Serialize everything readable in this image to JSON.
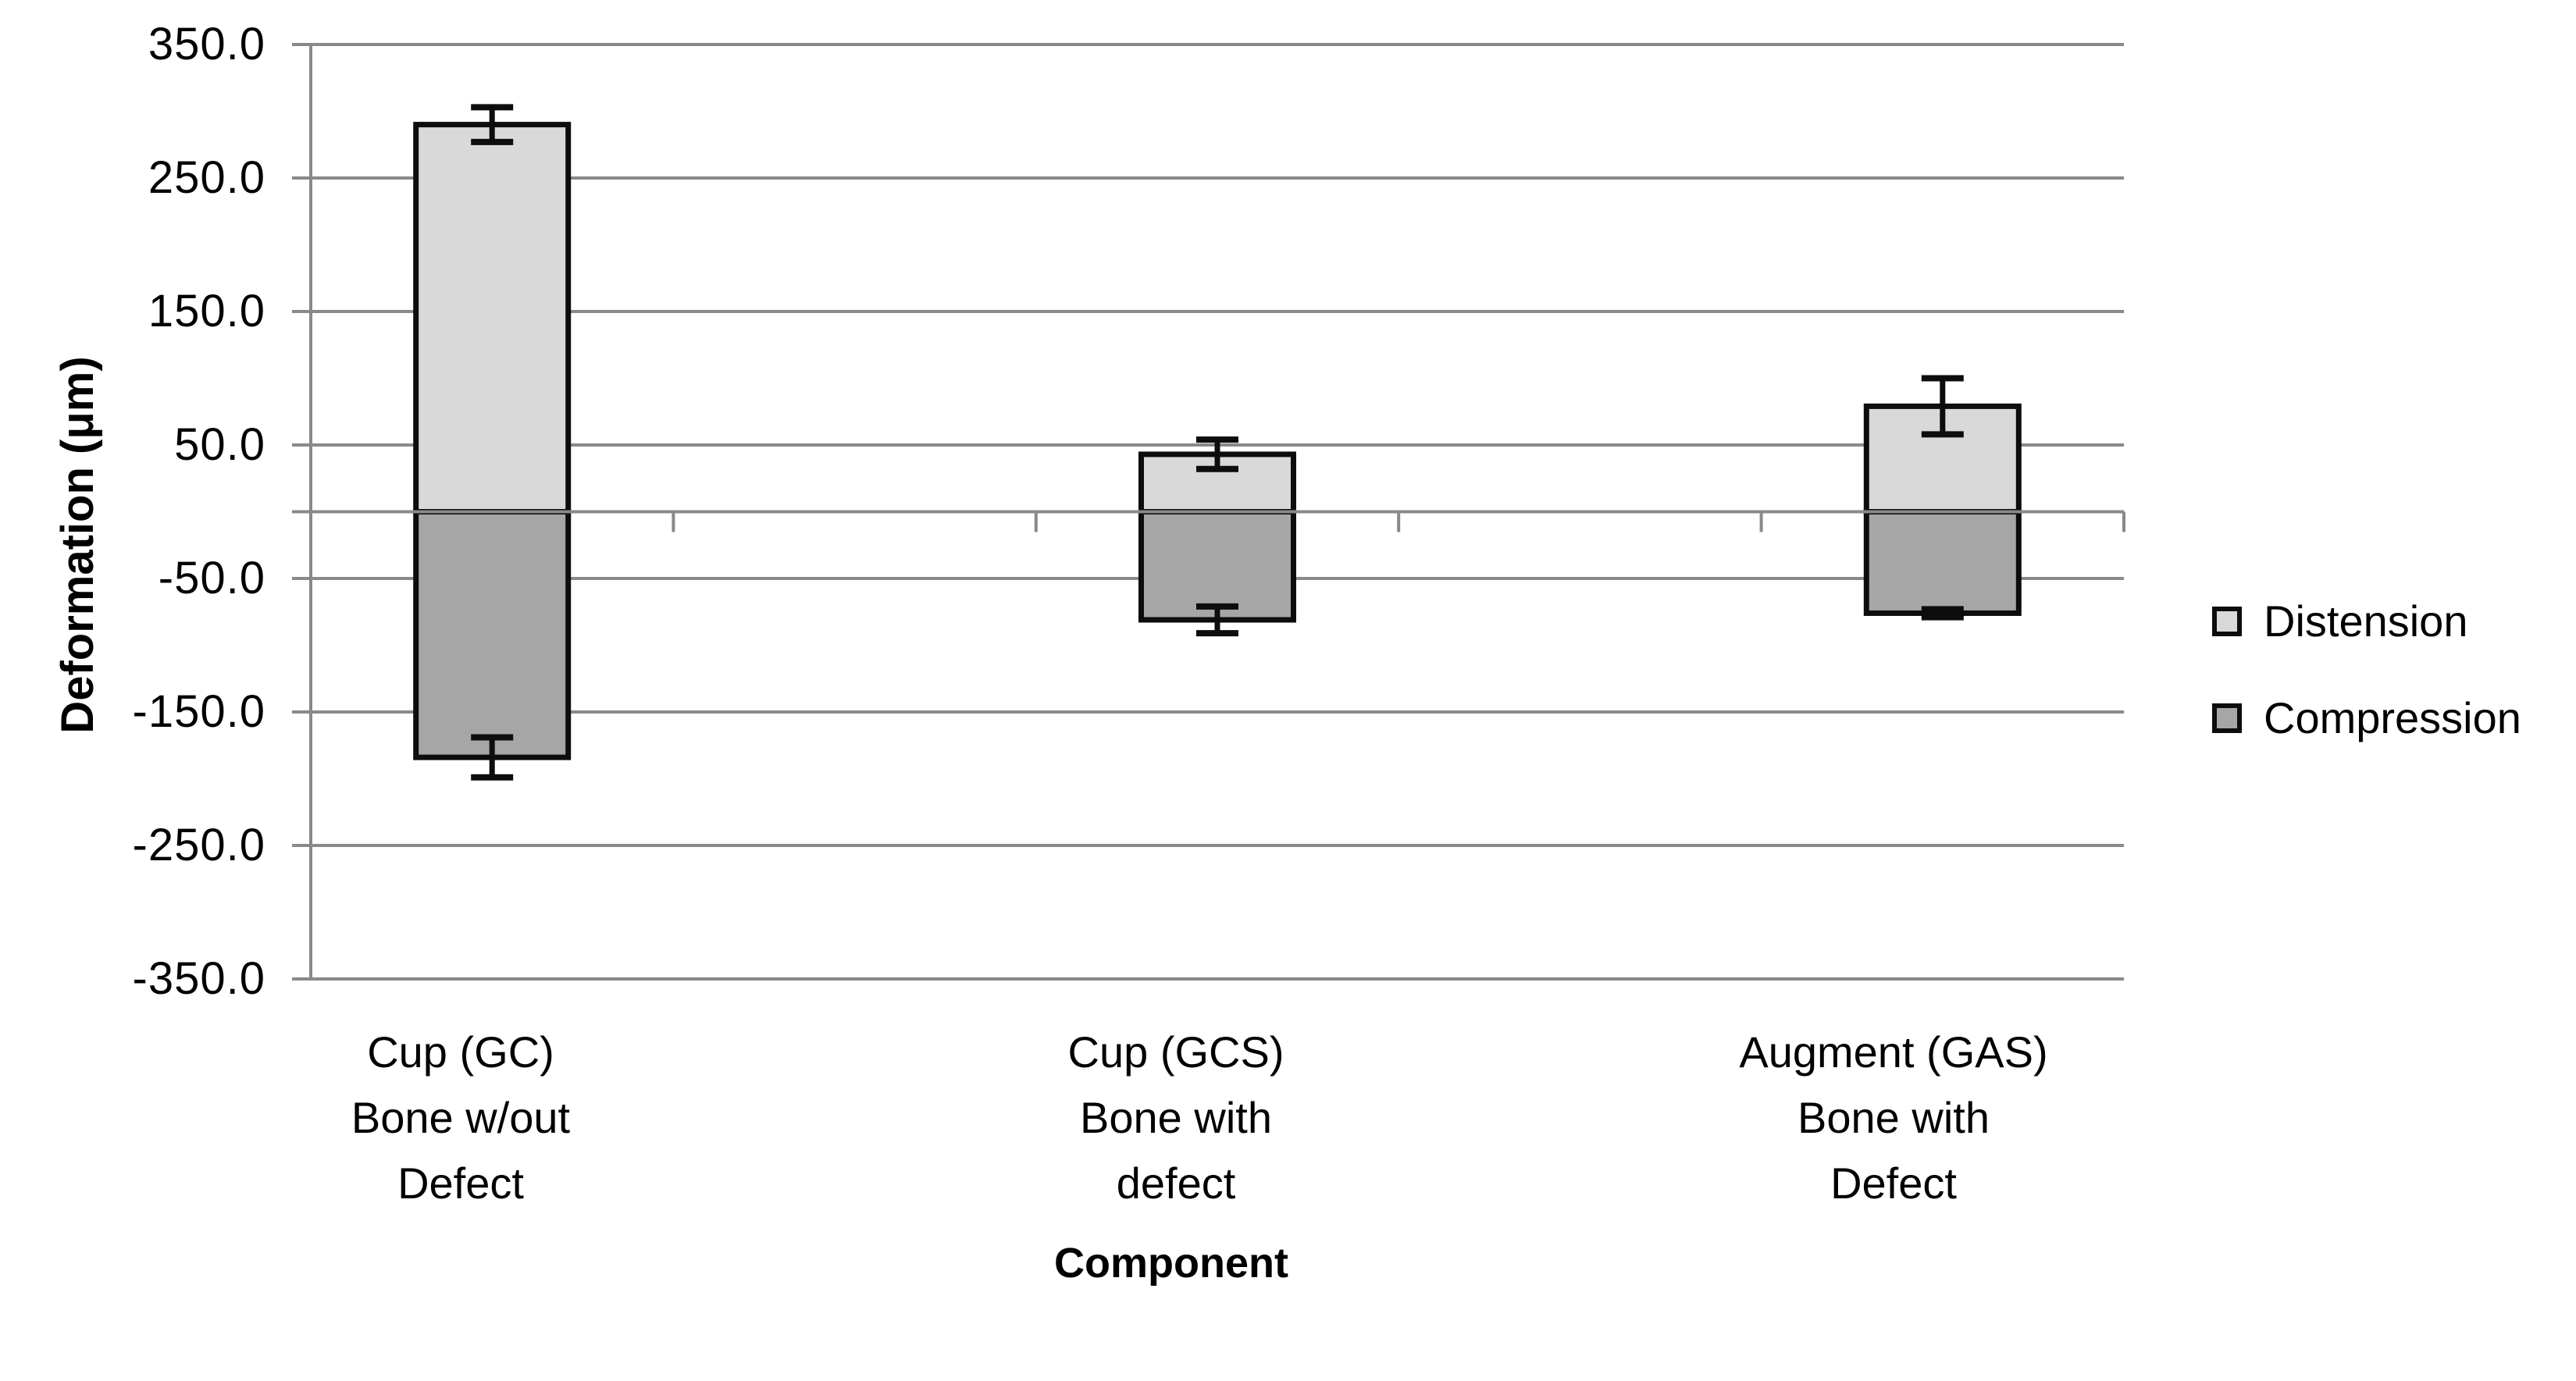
{
  "chart_data": {
    "type": "bar",
    "title": "",
    "xlabel": "Component",
    "ylabel": "Deformation (μm)",
    "ylim": [
      -350,
      350
    ],
    "ytick_values": [
      350,
      250,
      150,
      50,
      -50,
      -150,
      -250,
      -350
    ],
    "ytick_labels": [
      "350.0",
      "250.0",
      "150.0",
      "50.0",
      "-50.0",
      "-150.0",
      "-250.0",
      "-350.0"
    ],
    "grid": true,
    "legend_position": "right",
    "categories": [
      {
        "label_lines": [
          "Cup (GC)",
          "Bone w/out",
          "Defect"
        ]
      },
      {
        "label_lines": [
          "Cup (GCS)",
          "Bone with",
          "defect"
        ]
      },
      {
        "label_lines": [
          "Augment (GAS)",
          "Bone with",
          "Defect"
        ]
      }
    ],
    "series": [
      {
        "name": "Distension",
        "color": "#d9d9d9",
        "values": [
          290,
          43,
          79
        ],
        "errors": [
          13,
          11,
          21
        ]
      },
      {
        "name": "Compression",
        "color": "#a6a6a6",
        "values": [
          -184,
          -81,
          -76
        ],
        "errors": [
          15,
          10,
          3
        ]
      }
    ]
  },
  "colors": {
    "background": "#ffffff",
    "grid": "#898989",
    "axis": "#898989",
    "bar_border": "#0d0d0d",
    "error_bar": "#0d0d0d",
    "text": "#000000",
    "distension_fill": "#d9d9d9",
    "compression_fill": "#a6a6a6"
  }
}
